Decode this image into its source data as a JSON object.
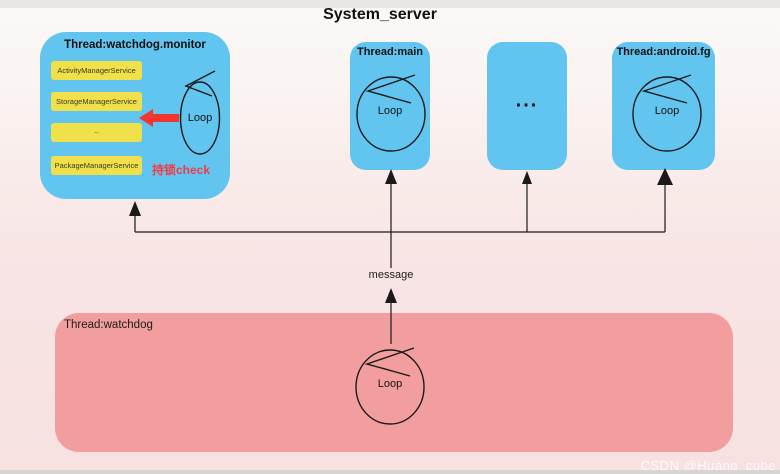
{
  "title": "System_server",
  "threads": {
    "monitor": {
      "label": "Thread:watchdog.monitor",
      "services": [
        "ActivityManagerService",
        "StorageManagerService",
        "--",
        "PackageManagerService"
      ],
      "loop_label": "Loop",
      "lock_check_label": "持锁check"
    },
    "main": {
      "label": "Thread:main",
      "loop_label": "Loop"
    },
    "others": {
      "label": "..."
    },
    "android_fg": {
      "label": "Thread:android.fg",
      "loop_label": "Loop"
    },
    "watchdog": {
      "label": "Thread:watchdog",
      "loop_label": "Loop"
    }
  },
  "message_label": "message",
  "watermark": "CSDN @Huang_cube",
  "colors": {
    "thread_box_blue": "#62c5f0",
    "service_chip_yellow": "#f0e14b",
    "watchdog_pink": "#f29e9e",
    "accent_red": "#f0372f",
    "line_black": "#1a1a1a"
  }
}
